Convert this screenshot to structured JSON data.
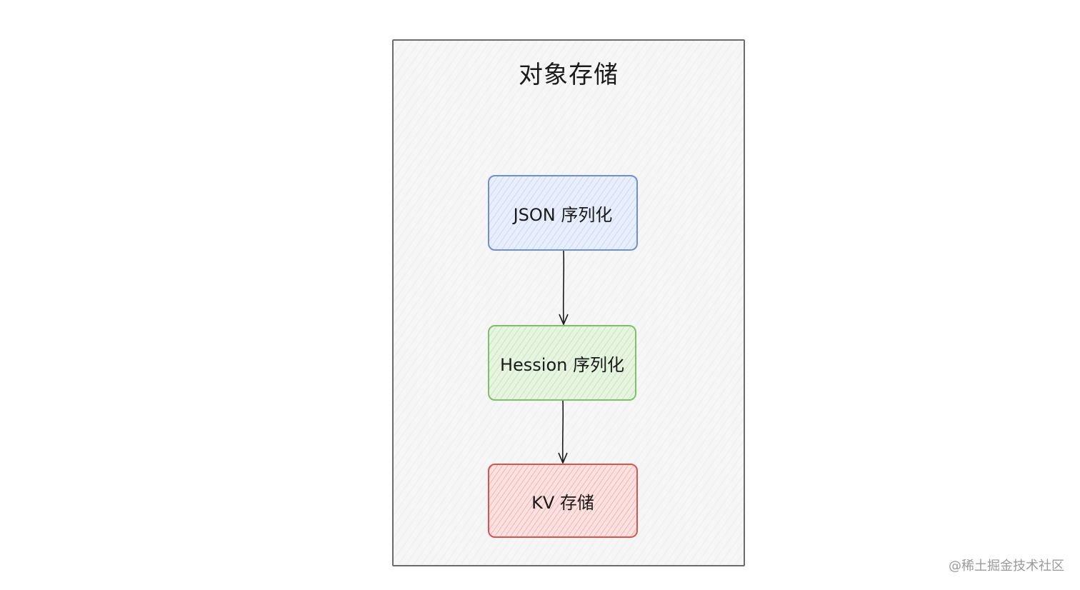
{
  "diagram": {
    "title": "对象存储",
    "nodes": [
      {
        "id": "json",
        "label": "JSON  序列化",
        "color": "#6d8fd3"
      },
      {
        "id": "hessian",
        "label": "Hession  序列化",
        "color": "#7fbf6a"
      },
      {
        "id": "kv",
        "label": "KV 存储",
        "color": "#d9534f"
      }
    ],
    "edges": [
      {
        "from": "json",
        "to": "hessian"
      },
      {
        "from": "hessian",
        "to": "kv"
      }
    ]
  },
  "watermark": "@稀土掘金技术社区"
}
